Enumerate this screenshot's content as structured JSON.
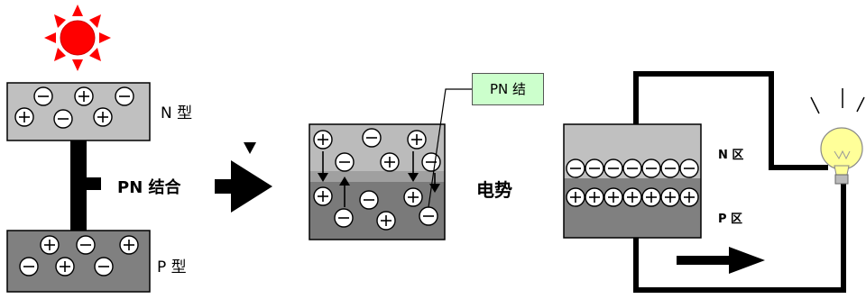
{
  "labels": {
    "n_type": "N 型",
    "p_type": "P 型",
    "pn_combine": "PN 结合",
    "pn_junction": "PN 结",
    "potential": "电势",
    "n_zone": "N 区",
    "p_zone": "P 区"
  },
  "symbols": {
    "plus": "+",
    "minus": "−"
  },
  "icons": [
    "sun-icon",
    "light-bulb-icon",
    "arrow-right-icon",
    "arrow-down-icon",
    "arrow-up-icon"
  ],
  "colors": {
    "n_block": "#c0c0c0",
    "p_block": "#808080",
    "junction_light": "#bbbbbb",
    "junction_mid": "#a0a0a0",
    "junction_dark": "#7a7a7a",
    "sun": "#ff0000",
    "callout": "#ccffcc",
    "bulb": "#ffff99"
  }
}
